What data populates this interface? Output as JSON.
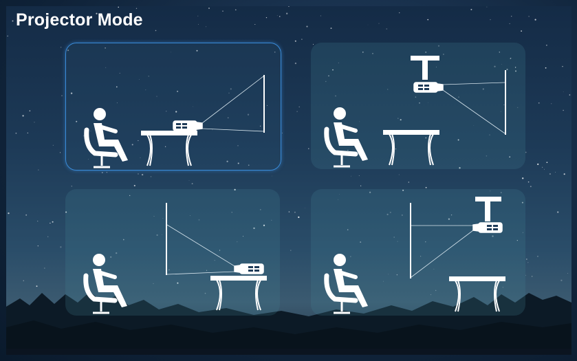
{
  "page": {
    "title": "Projector Mode"
  },
  "modes": [
    {
      "id": "front-table",
      "selected": true
    },
    {
      "id": "front-ceiling",
      "selected": false
    },
    {
      "id": "rear-table",
      "selected": false
    },
    {
      "id": "rear-ceiling",
      "selected": false
    }
  ],
  "colors": {
    "accent": "#3a8bd8",
    "icon": "#ffffff"
  }
}
